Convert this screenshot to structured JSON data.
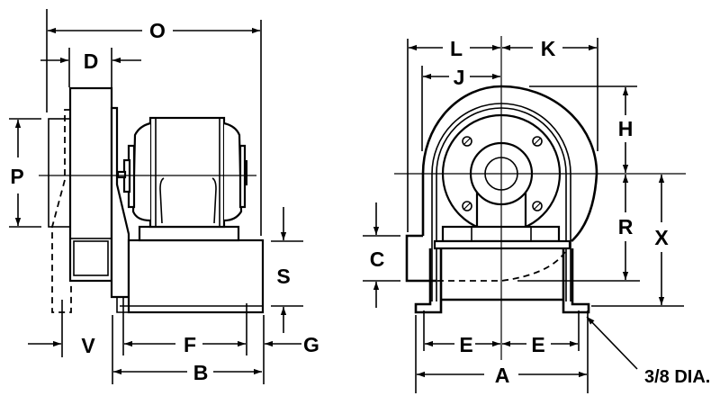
{
  "title": "Blower dimension drawing",
  "side_view": {
    "labels": {
      "O": "O",
      "D": "D",
      "P": "P",
      "S": "S",
      "V": "V",
      "F": "F",
      "G": "G",
      "B": "B"
    }
  },
  "front_view": {
    "labels": {
      "L": "L",
      "K": "K",
      "J": "J",
      "H": "H",
      "R": "R",
      "X": "X",
      "C": "C",
      "E_left": "E",
      "E_right": "E",
      "A": "A"
    },
    "hole_note": "3/8 DIA."
  },
  "colors": {
    "line": "#000000",
    "background": "#ffffff"
  }
}
